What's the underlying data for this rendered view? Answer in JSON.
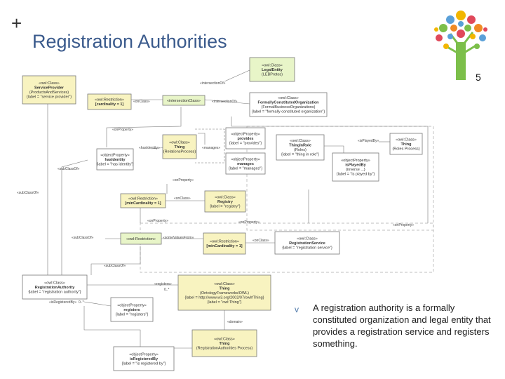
{
  "slide": {
    "plus": "+",
    "title": "Registration Authorities",
    "page_number": "5",
    "bullet": "v",
    "body_text": "A registration authority is a formally constituted organization and legal entity that provides a registration service and registers something."
  },
  "diagram": {
    "nodes": [
      {
        "id": "legal-entity",
        "lines": [
          "«owl:Class»",
          "LegalEntity",
          "(LEBProtos)"
        ]
      },
      {
        "id": "service-provider",
        "lines": [
          "«owl:Class»",
          "ServiceProvider",
          "(ProductsAndServices)",
          "{label = \"service provider\"}"
        ]
      },
      {
        "id": "restriction-1",
        "lines": [
          "«owl:Restriction»",
          "[cardinality = 1]"
        ]
      },
      {
        "id": "intersection-class",
        "lines": [
          "«intersectionClass»"
        ]
      },
      {
        "id": "formal-org",
        "lines": [
          "«owl:Class»",
          "FormallyConstitutedOrganization",
          "(FormalBusinessOrganizations)",
          "{label = \"formally constituted organization\"}"
        ]
      },
      {
        "id": "provides",
        "lines": [
          "«objectProperty»",
          "provides",
          "{label = \"provides\"}"
        ]
      },
      {
        "id": "manages",
        "lines": [
          "«objectProperty»",
          "manages",
          "{label = \"manages\"}"
        ]
      },
      {
        "id": "thing-relations",
        "lines": [
          "«owl:Class»",
          "Thing",
          "(RelationsProcess)"
        ]
      },
      {
        "id": "has-identity",
        "lines": [
          "«objectProperty»",
          "hasIdentity",
          "{label = \"has identity\"}"
        ]
      },
      {
        "id": "thing-in-role",
        "lines": [
          "«owl:Class»",
          "ThingInRole",
          "(Roles)",
          "{label = \"thing in role\"}"
        ]
      },
      {
        "id": "is-played-by",
        "lines": [
          "«objectProperty»",
          "isPlayedBy",
          "{inverse ...}",
          "{label = \"is played by\"}"
        ]
      },
      {
        "id": "thing-roles",
        "lines": [
          "«owl:Class»",
          "Thing",
          "(Roles Process)"
        ]
      },
      {
        "id": "restriction-2",
        "lines": [
          "«owl:Restriction»",
          "[minCardinality = 1]"
        ]
      },
      {
        "id": "registry",
        "lines": [
          "«owl:Class»",
          "Registry",
          "{label = \"registry\"}"
        ]
      },
      {
        "id": "restriction-3",
        "lines": [
          "«owl:Restriction»"
        ]
      },
      {
        "id": "restriction-4",
        "lines": [
          "«owl:Restriction»",
          "[minCardinality = 1]"
        ]
      },
      {
        "id": "registration-service",
        "lines": [
          "«owl:Class»",
          "RegistrationService",
          "{label = \"registration service\"}"
        ]
      },
      {
        "id": "registration-authority",
        "lines": [
          "«owl:Class»",
          "RegistrationAuthority",
          "{label = \"registration authority\"}"
        ]
      },
      {
        "id": "owl-thing",
        "lines": [
          "«owl:Class»",
          "Thing",
          "(OntologyFrameworks/OWL)",
          "{label = http://www.w3.org/2002/07/owl#Thing}",
          "{label = \"owl:Thing\"}"
        ]
      },
      {
        "id": "registers",
        "lines": [
          "«objectProperty»",
          "registers",
          "{label = \"registers\"}"
        ]
      },
      {
        "id": "thing-regauth",
        "lines": [
          "«owl:Class»",
          "Thing",
          "(RegistrationAuthorities Process)"
        ]
      },
      {
        "id": "is-registered-by",
        "lines": [
          "«objectProperty»",
          "isRegisteredBy",
          "{label = \"is registered by\"}"
        ]
      }
    ],
    "edge_labels": [
      {
        "id": "e1",
        "text": "«intersectionOf»"
      },
      {
        "id": "e2",
        "text": "«onClass»"
      },
      {
        "id": "e3",
        "text": "«intersectionOf»"
      },
      {
        "id": "e4",
        "text": "«onProperty»"
      },
      {
        "id": "e5",
        "text": "«hasIdentity»"
      },
      {
        "id": "e6",
        "text": "«manages»"
      },
      {
        "id": "e7",
        "text": "«subClassOf»"
      },
      {
        "id": "e8",
        "text": "«subClassOf»"
      },
      {
        "id": "e9",
        "text": "«onProperty»"
      },
      {
        "id": "e10",
        "text": "«isPlayedBy»"
      },
      {
        "id": "e11",
        "text": "«onProperty»"
      },
      {
        "id": "e12",
        "text": "«onClass»"
      },
      {
        "id": "e13",
        "text": "«subClassOf»"
      },
      {
        "id": "e14",
        "text": "«someValuesFrom»"
      },
      {
        "id": "e15",
        "text": "«onClass»"
      },
      {
        "id": "e16",
        "text": "«onProperty»"
      },
      {
        "id": "e17",
        "text": "«subClassOf»"
      },
      {
        "id": "e18",
        "text": "«registers»"
      },
      {
        "id": "e19",
        "text": "«domain»"
      },
      {
        "id": "e20",
        "text": "«isRegisteredBy»"
      },
      {
        "id": "e21",
        "text": "«onProperty»"
      },
      {
        "id": "e22",
        "text": "0..*"
      },
      {
        "id": "e23",
        "text": "0..*"
      }
    ]
  }
}
